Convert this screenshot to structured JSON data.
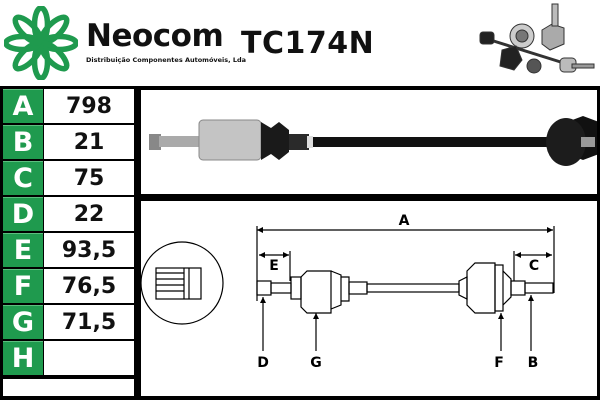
{
  "header": {
    "brand_name": "Neocom",
    "brand_tagline": "Distribuição Componentes Automóveis, Lda",
    "part_number": "TC174N",
    "logo_color": "#1f9a4e"
  },
  "specs": [
    {
      "letter": "A",
      "value": "798"
    },
    {
      "letter": "B",
      "value": "21"
    },
    {
      "letter": "C",
      "value": "75"
    },
    {
      "letter": "D",
      "value": "22"
    },
    {
      "letter": "E",
      "value": "93,5"
    },
    {
      "letter": "F",
      "value": "76,5"
    },
    {
      "letter": "G",
      "value": "71,5"
    },
    {
      "letter": "H",
      "value": ""
    }
  ],
  "diagram": {
    "labels": {
      "A": "A",
      "B": "B",
      "C": "C",
      "D": "D",
      "E": "E",
      "F": "F",
      "G": "G"
    }
  },
  "colors": {
    "accent_green": "#1f9a4e",
    "frame": "#000000"
  }
}
